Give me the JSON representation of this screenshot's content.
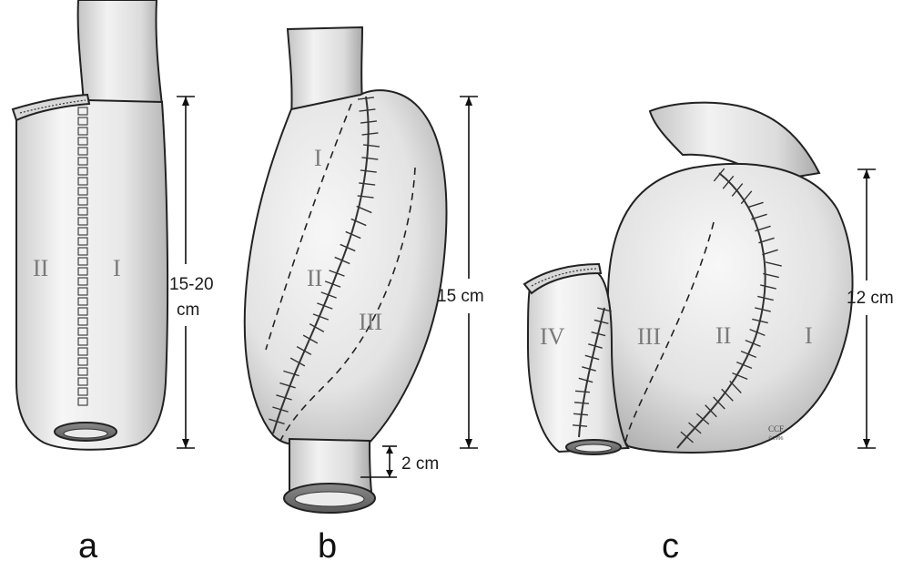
{
  "panels": {
    "a": {
      "label": "a",
      "section_left": "II",
      "section_right": "I",
      "dimension": [
        "15-20",
        "cm"
      ]
    },
    "b": {
      "label": "b",
      "sections": [
        "I",
        "II",
        "III"
      ],
      "dimension": "15 cm",
      "outlet_dimension": "2 cm"
    },
    "c": {
      "label": "c",
      "sections": [
        "IV",
        "III",
        "II",
        "I"
      ],
      "dimension": "12 cm",
      "credit": [
        "CCF",
        "©1996"
      ]
    }
  },
  "colors": {
    "tissue_light": "#f4f4f4",
    "tissue_shade": "#c9c9c9",
    "outline": "#222222",
    "label_gray": "#7a7a7a"
  }
}
